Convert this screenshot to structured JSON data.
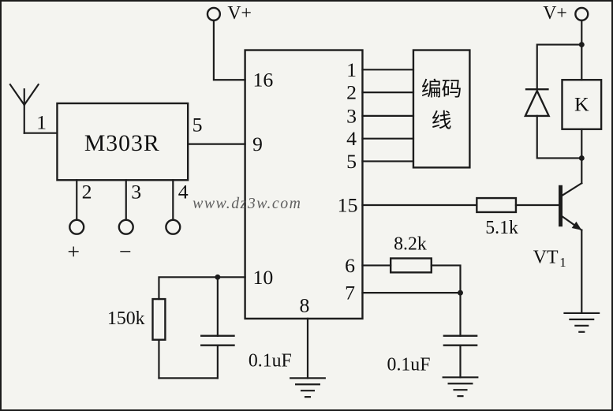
{
  "watermark": "www.dz3w.com",
  "power": {
    "left_label": "V+",
    "right_label": "V+"
  },
  "receiver": {
    "name": "M303R",
    "pin_antenna": "1",
    "pin_out": "5",
    "pin_2": "2",
    "pin_3": "3",
    "pin_4": "4",
    "terminal_plus": "+",
    "terminal_minus": "−"
  },
  "ic": {
    "pin_16": "16",
    "pin_9": "9",
    "pin_10": "10",
    "pin_8": "8",
    "pin_1": "1",
    "pin_2": "2",
    "pin_3": "3",
    "pin_4": "4",
    "pin_5": "5",
    "pin_15": "15",
    "pin_6": "6",
    "pin_7": "7"
  },
  "encoder": {
    "line1": "编码",
    "line2": "线"
  },
  "components": {
    "r150k": "150k",
    "r82k": "8.2k",
    "r51k": "5.1k",
    "c1": "0.1uF",
    "c2": "0.1uF",
    "vt": "VT",
    "vt_sub": "1",
    "relay": "K"
  }
}
